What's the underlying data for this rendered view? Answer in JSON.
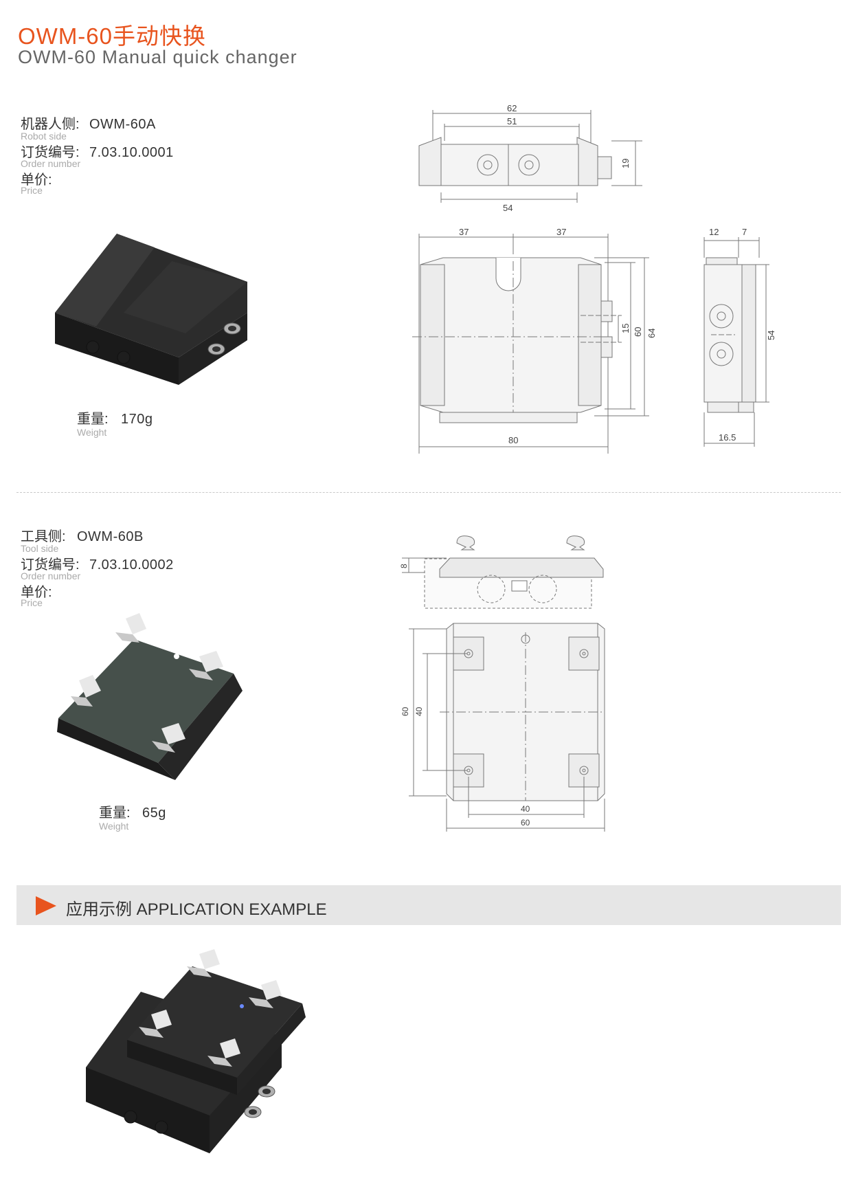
{
  "header": {
    "title_cn": "OWM-60手动快换",
    "title_en": "OWM-60 Manual quick changer"
  },
  "robot_side": {
    "side_label": "机器人侧:",
    "side_sub": "Robot side",
    "model": "OWM-60A",
    "order_label": "订货编号:",
    "order_sub": "Order number",
    "order_number": "7.03.10.0001",
    "price_label": "单价:",
    "price_sub": "Price",
    "weight_label": "重量:",
    "weight_sub": "Weight",
    "weight": "170g",
    "dims": {
      "top_62": "62",
      "top_51": "51",
      "top_54": "54",
      "top_19": "19",
      "front_37a": "37",
      "front_37b": "37",
      "front_15": "15",
      "front_60": "60",
      "front_64": "64",
      "front_80": "80",
      "side_12": "12",
      "side_7": "7",
      "side_54": "54",
      "side_165": "16.5"
    }
  },
  "tool_side": {
    "side_label": "工具侧:",
    "side_sub": "Tool side",
    "model": "OWM-60B",
    "order_label": "订货编号:",
    "order_sub": "Order number",
    "order_number": "7.03.10.0002",
    "price_label": "单价:",
    "price_sub": "Price",
    "weight_label": "重量:",
    "weight_sub": "Weight",
    "weight": "65g",
    "dims": {
      "top_8": "8",
      "plan_60v": "60",
      "plan_40v": "40",
      "plan_40h": "40",
      "plan_60h": "60"
    }
  },
  "application": {
    "title": "应用示例 APPLICATION EXAMPLE",
    "accent": "#e8541e"
  }
}
